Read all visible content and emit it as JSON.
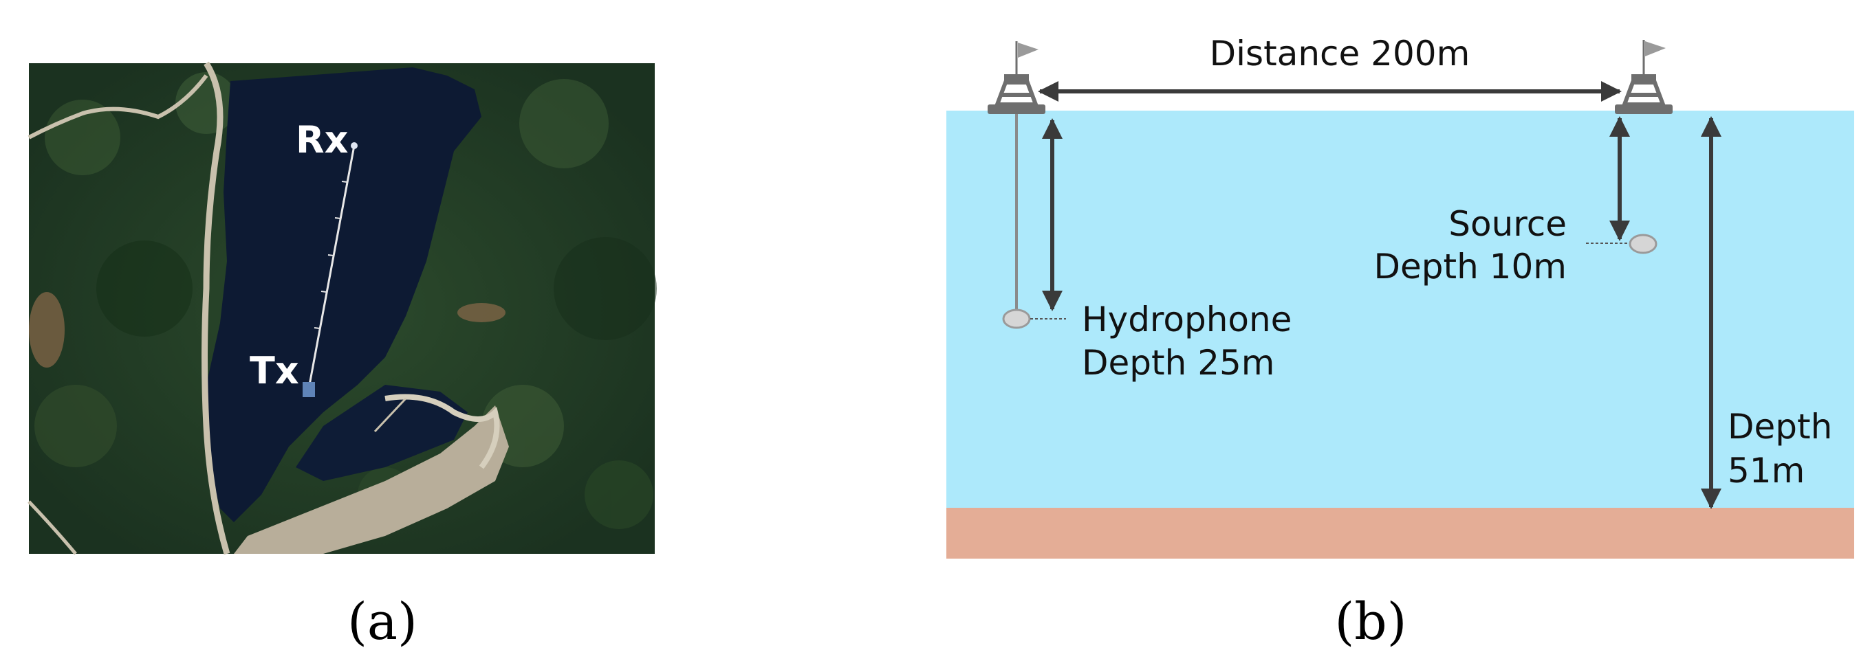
{
  "panel_a": {
    "rx_label": "Rx",
    "tx_label": "Tx",
    "caption": "(a)",
    "colors": {
      "water": "#0d1a33",
      "forest": "#1f3a24",
      "road": "#c9c1ad",
      "label": "#ffffff"
    }
  },
  "panel_b": {
    "distance_label": "Distance 200m",
    "source_line1": "Source",
    "source_line2": "Depth 10m",
    "hydrophone_line1": "Hydrophone",
    "hydrophone_line2": "Depth 25m",
    "depth_line1": "Depth",
    "depth_line2": "51m",
    "caption": "(b)",
    "colors": {
      "water": "#ade9fb",
      "seabed": "#e4ad96",
      "arrow": "#3a3a3a",
      "buoy": "#6e6e6e"
    }
  }
}
